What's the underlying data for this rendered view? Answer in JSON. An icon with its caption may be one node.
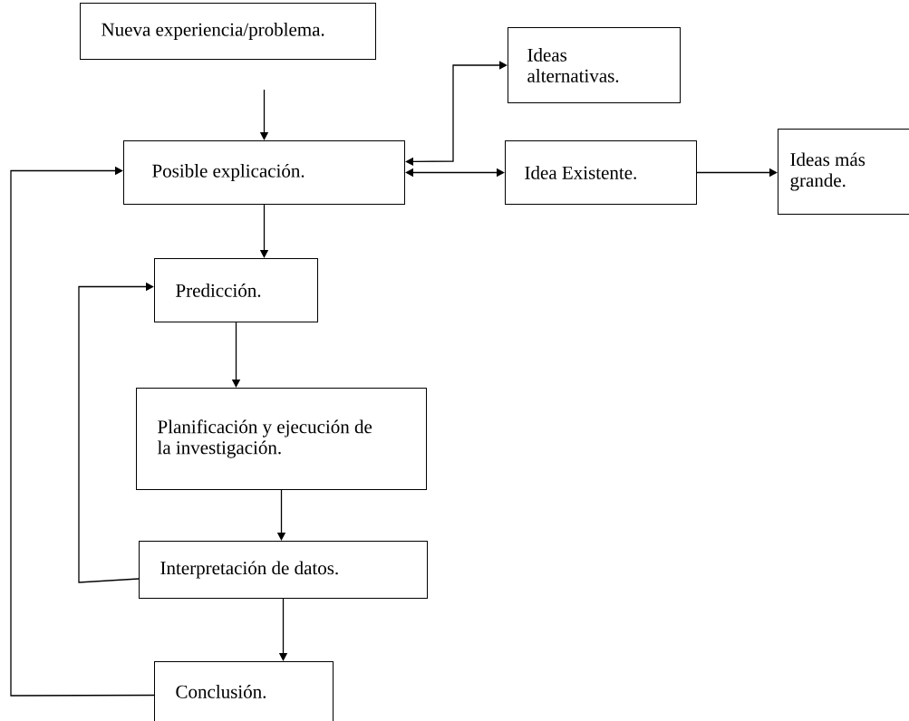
{
  "diagram": {
    "nodes": [
      {
        "text": [
          "Nueva experiencia/problema."
        ]
      },
      {
        "text": [
          "Posible explicación."
        ]
      },
      {
        "text": [
          "Ideas alternativas."
        ]
      },
      {
        "text": [
          "Idea Existente."
        ]
      },
      {
        "text": [
          "Ideas más grande."
        ]
      },
      {
        "text": [
          "Predicción."
        ]
      },
      {
        "text": [
          "Planificación y ejecución de la investigación."
        ]
      },
      {
        "text": [
          "Interpretación de datos."
        ]
      },
      {
        "text": [
          "Conclusión."
        ]
      }
    ],
    "edges": [
      {
        "from": 0,
        "to": 1,
        "arrow": "to"
      },
      {
        "from": 1,
        "to": 2,
        "arrow": "both"
      },
      {
        "from": 1,
        "to": 3,
        "arrow": "both"
      },
      {
        "from": 3,
        "to": 4,
        "arrow": "to"
      },
      {
        "from": 1,
        "to": 5,
        "arrow": "to"
      },
      {
        "from": 5,
        "to": 6,
        "arrow": "to"
      },
      {
        "from": 6,
        "to": 7,
        "arrow": "to"
      },
      {
        "from": 7,
        "to": 8,
        "arrow": "to"
      },
      {
        "from": 7,
        "to": 5,
        "arrow": "to"
      },
      {
        "from": 8,
        "to": 1,
        "arrow": "to"
      }
    ]
  }
}
